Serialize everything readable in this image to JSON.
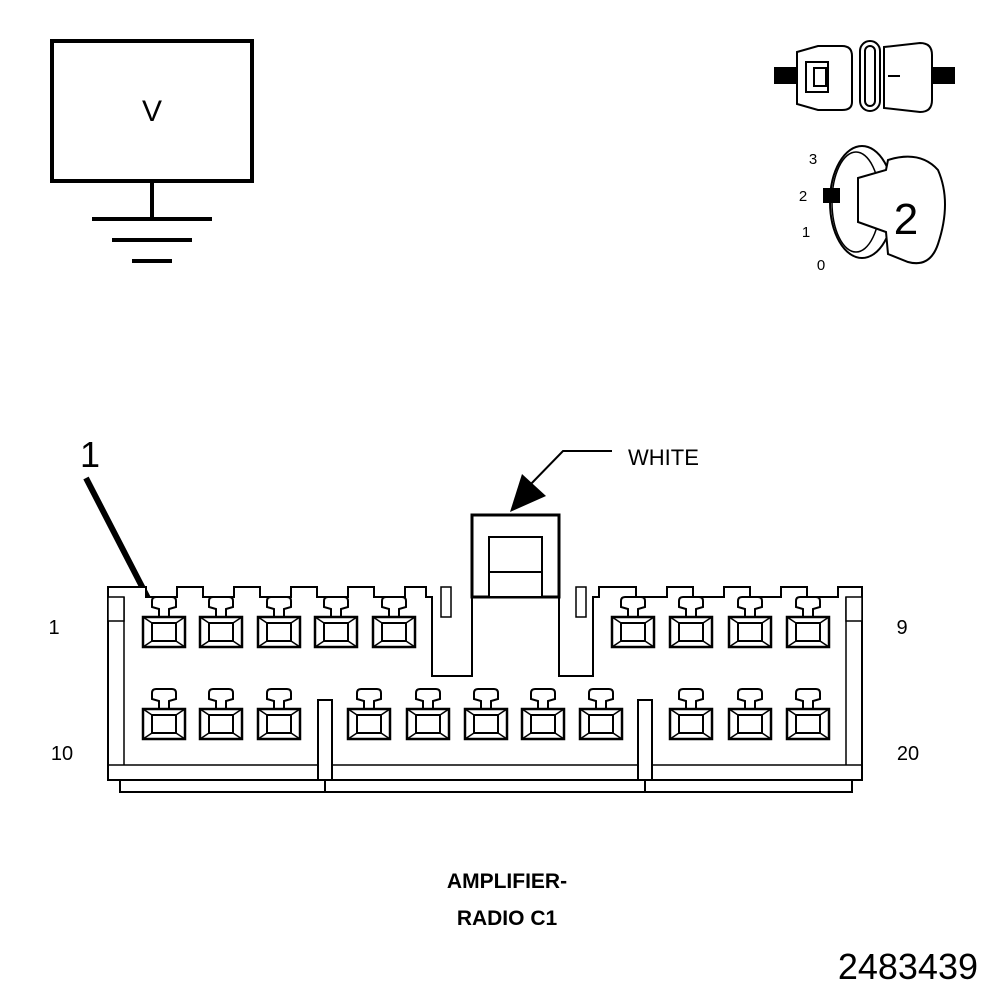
{
  "voltmeter": {
    "symbol": "V"
  },
  "switch": {
    "positions": [
      "3",
      "2",
      "1",
      "0"
    ],
    "selected": "2"
  },
  "callout": {
    "number": "1"
  },
  "color_label": "WHITE",
  "pins": {
    "top_left": "1",
    "top_right": "9",
    "bottom_left": "10",
    "bottom_right": "20"
  },
  "connector_name": {
    "line1": "AMPLIFIER-",
    "line2": "RADIO C1"
  },
  "figure_id": "2483439"
}
